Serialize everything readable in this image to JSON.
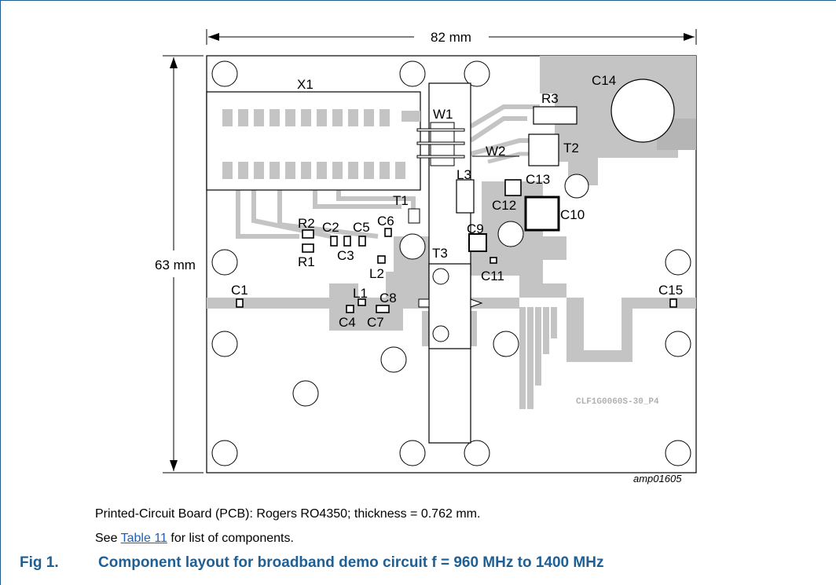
{
  "dimensions": {
    "width": "82 mm",
    "height": "63 mm"
  },
  "board_silkscreen": "CLF1G0060S-30_P4",
  "components": {
    "X1": "X1",
    "W1": "W1",
    "W2": "W2",
    "R1": "R1",
    "R2": "R2",
    "R3": "R3",
    "C1": "C1",
    "C2": "C2",
    "C3": "C3",
    "C4": "C4",
    "C5": "C5",
    "C6": "C6",
    "C7": "C7",
    "C8": "C8",
    "C9": "C9",
    "C10": "C10",
    "C11": "C11",
    "C12": "C12",
    "C13": "C13",
    "C14": "C14",
    "C15": "C15",
    "L1": "L1",
    "L2": "L2",
    "L3": "L3",
    "T1": "T1",
    "T2": "T2",
    "T3": "T3"
  },
  "image_code": "amp01605",
  "caption": {
    "pcb_line": "Printed-Circuit Board (PCB): Rogers RO4350; thickness = 0.762 mm.",
    "see_prefix": "See ",
    "table_link": "Table 11",
    "see_suffix": " for list of components."
  },
  "figure": {
    "number": "Fig 1.",
    "title": "Component layout for broadband demo circuit f = 960 MHz to 1400 MHz"
  },
  "colors": {
    "copper": "#c4c4c4",
    "accent": "#1f5f93",
    "link": "#1f5fb8"
  }
}
